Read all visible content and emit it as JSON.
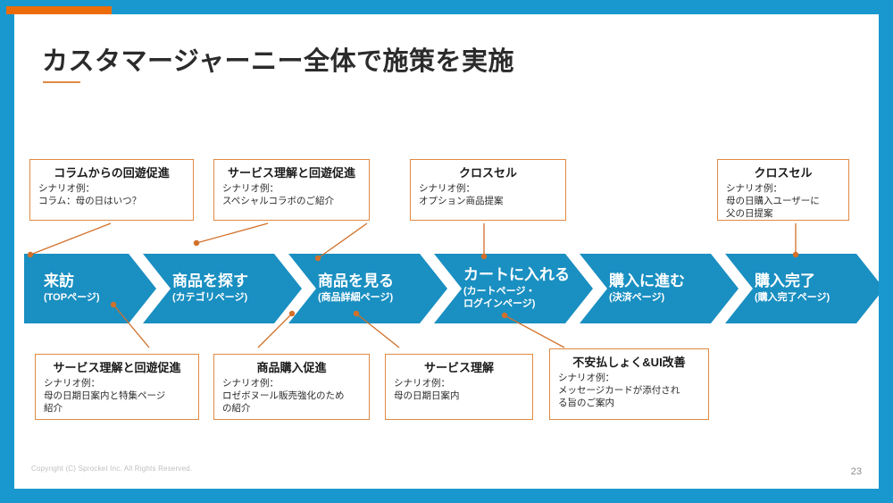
{
  "slide": {
    "title": "カスタマージャーニー全体で施策を実施",
    "footer": "Copyright (C) Sprocket Inc. All Rights Reserved.",
    "page_number": "23"
  },
  "colors": {
    "accent_orange": "#ED6C0A",
    "accent_blue": "#1898CF",
    "chevron_blue": "#1A8FC1",
    "box_border": "#E08A44",
    "connector": "#D2702A"
  },
  "flow": {
    "steps": [
      {
        "title": "来訪",
        "sub": "(TOPページ)"
      },
      {
        "title": "商品を探す",
        "sub": "(カテゴリページ)"
      },
      {
        "title": "商品を見る",
        "sub": "(商品詳細ページ)"
      },
      {
        "title": "カートに入れる",
        "sub": "(カートページ・",
        "sub2": "ログインページ)"
      },
      {
        "title": "購入に進む",
        "sub": "(決済ページ)"
      },
      {
        "title": "購入完了",
        "sub": "(購入完了ページ)"
      }
    ]
  },
  "callouts_top": [
    {
      "title": "コラムからの回遊促進",
      "lines": [
        "シナリオ例：",
        "コラム：母の日はいつ？"
      ]
    },
    {
      "title": "サービス理解と回遊促進",
      "lines": [
        "シナリオ例：",
        "スペシャルコラボのご紹介"
      ]
    },
    {
      "title": "クロスセル",
      "lines": [
        "シナリオ例：",
        "オプション商品提案"
      ]
    },
    {
      "title": "クロスセル",
      "lines": [
        "シナリオ例：",
        "母の日購入ユーザーに",
        "父の日提案"
      ]
    }
  ],
  "callouts_bottom": [
    {
      "title": "サービス理解と回遊促進",
      "lines": [
        "シナリオ例：",
        "母の日期日案内と特集ページ",
        "紹介"
      ]
    },
    {
      "title": "商品購入促進",
      "lines": [
        "シナリオ例：",
        "ロゼボヌール販売強化のため",
        "の紹介"
      ]
    },
    {
      "title": "サービス理解",
      "lines": [
        "シナリオ例：",
        "母の日期日案内"
      ]
    },
    {
      "title": "不安払しょく&UI改善",
      "lines": [
        "シナリオ例：",
        "メッセージカードが添付され",
        "る旨のご案内"
      ]
    }
  ]
}
